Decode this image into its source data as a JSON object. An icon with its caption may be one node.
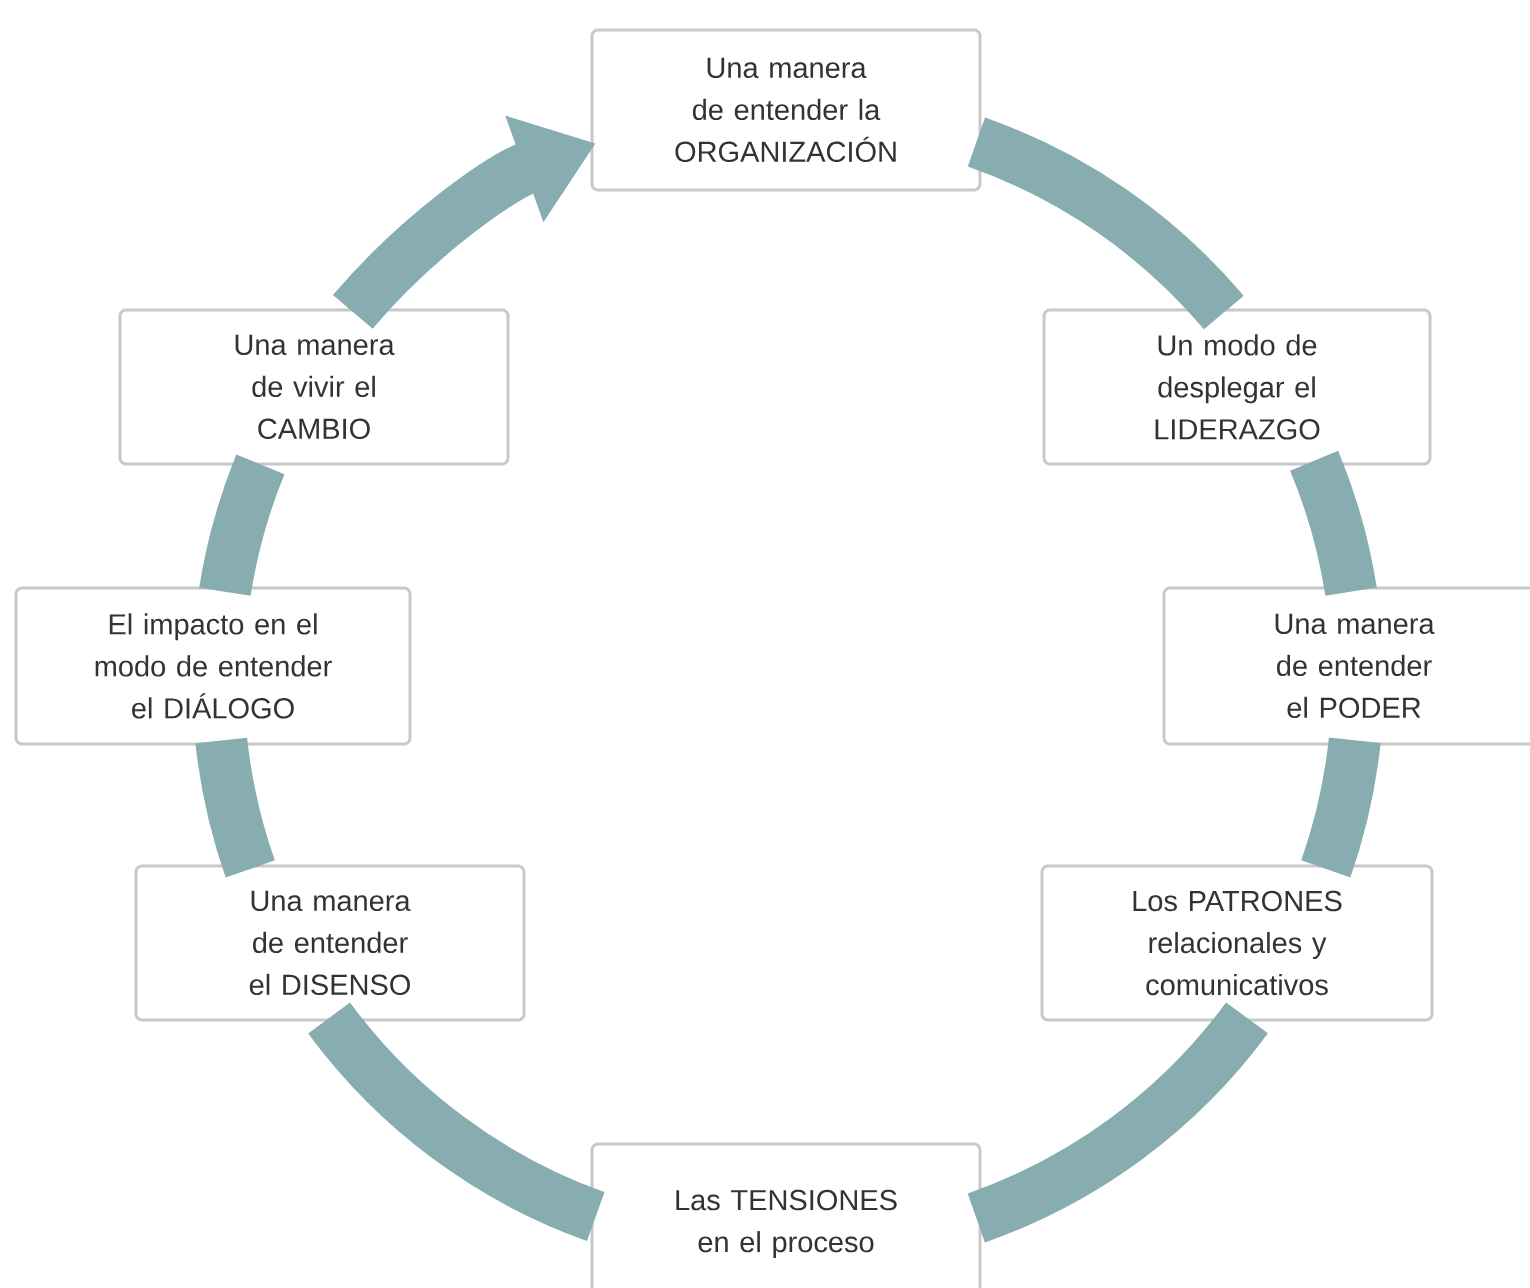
{
  "diagram": {
    "nodes": [
      {
        "text": [
          "Una manera de entender la ORGANIZACIÓN"
        ]
      },
      {
        "text": [
          "Un modo de desplegar el LIDERAZGO"
        ]
      },
      {
        "text": [
          "Una manera de entender el PODER"
        ]
      },
      {
        "text": [
          "Los PATRONES relacionales y comunicativos"
        ]
      },
      {
        "text": [
          "Las TENSIONES en el proceso"
        ]
      },
      {
        "text": [
          "Una manera de entender el DISENSO"
        ]
      },
      {
        "text": [
          "El impacto en el modo de entender el DIÁLOGO"
        ]
      },
      {
        "text": [
          "Una manera de vivir el CAMBIO"
        ]
      }
    ],
    "edges": [
      {
        "from": 0,
        "to": 1,
        "arrow": "none"
      },
      {
        "from": 1,
        "to": 2,
        "arrow": "none"
      },
      {
        "from": 2,
        "to": 3,
        "arrow": "none"
      },
      {
        "from": 3,
        "to": 4,
        "arrow": "none"
      },
      {
        "from": 4,
        "to": 5,
        "arrow": "none"
      },
      {
        "from": 5,
        "to": 6,
        "arrow": "none"
      },
      {
        "from": 6,
        "to": 7,
        "arrow": "none"
      },
      {
        "from": 7,
        "to": 0,
        "arrow": "to"
      }
    ]
  }
}
